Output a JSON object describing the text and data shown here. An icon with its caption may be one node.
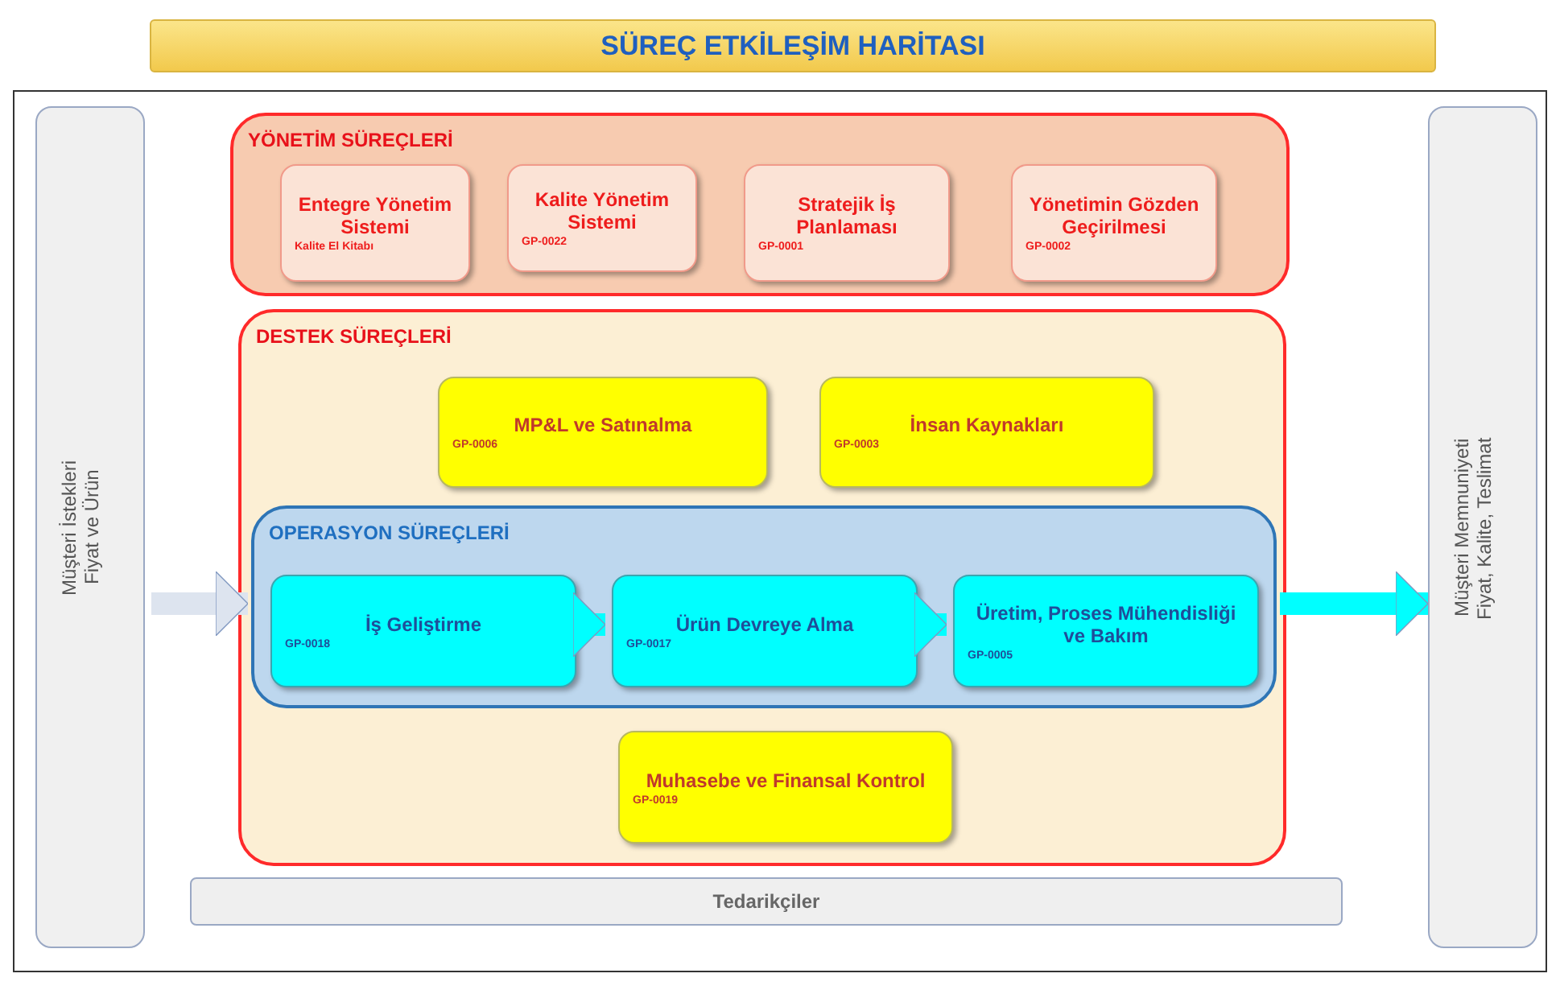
{
  "diagram": {
    "title": "SÜREÇ ETKİLEŞİM HARİTASI",
    "nodes": [
      {
        "text": [
          "Müşteri İstekleri Fiyat ve Ürün"
        ]
      },
      {
        "text": [
          "YÖNETİM SÜREÇLERİ"
        ]
      },
      {
        "text": [
          "Entegre Yönetim Sistemi",
          "Kalite El Kitabı"
        ],
        "in": 1
      },
      {
        "text": [
          "Kalite Yönetim Sistemi",
          "GP-0022"
        ],
        "in": 1
      },
      {
        "text": [
          "Stratejik İş Planlaması",
          "GP-0001"
        ],
        "in": 1
      },
      {
        "text": [
          "Yönetimin Gözden Geçirilmesi",
          "GP-0002"
        ],
        "in": 1
      },
      {
        "text": [
          "DESTEK SÜREÇLERİ"
        ]
      },
      {
        "text": [
          "MP&L ve Satınalma",
          "GP-0006"
        ],
        "in": 6
      },
      {
        "text": [
          "İnsan Kaynakları",
          "GP-0003"
        ],
        "in": 6
      },
      {
        "text": [
          "OPERASYON SÜREÇLERİ"
        ],
        "in": 6
      },
      {
        "text": [
          "İş Geliştirme",
          "GP-0018"
        ],
        "in": 9
      },
      {
        "text": [
          "Ürün Devreye Alma",
          "GP-0017"
        ],
        "in": 9
      },
      {
        "text": [
          "Üretim, Proses Mühendisliği ve Bakım",
          "GP-0005"
        ],
        "in": 9
      },
      {
        "text": [
          "Muhasebe ve Finansal Kontrol",
          "GP-0019"
        ],
        "in": 6
      },
      {
        "text": [
          "Tedarikçiler"
        ]
      },
      {
        "text": [
          "Müşteri Memnuniyeti Fiyat, Kalite, Teslimat"
        ]
      }
    ],
    "edges": [
      {
        "from": 0,
        "to": 9,
        "arrow": "to",
        "color": "#dde4ef"
      },
      {
        "from": 10,
        "to": 11,
        "arrow": "to"
      },
      {
        "from": 11,
        "to": 12,
        "arrow": "to"
      },
      {
        "from": 9,
        "to": 15,
        "arrow": "to"
      }
    ]
  }
}
